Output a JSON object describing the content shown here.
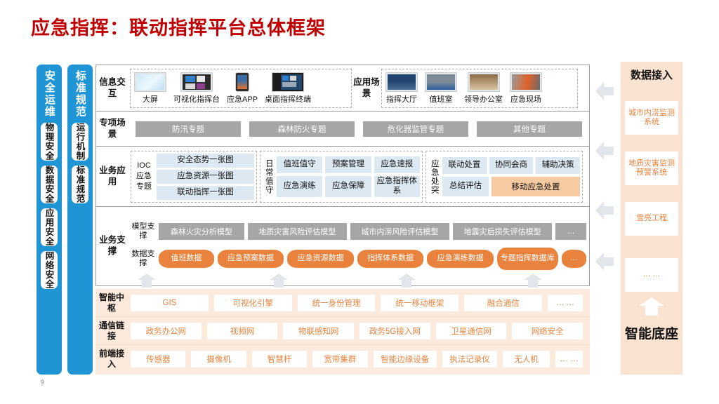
{
  "title": "应急指挥：联动指挥平台总体框架",
  "page_number": "9",
  "colors": {
    "title": "#C00000",
    "blue_column": "#2095D5",
    "gray_box": "#A6A6A6",
    "light_blue_box": "#DCE9F3",
    "orange": "#E8823C",
    "orange_light": "#F6CBA4",
    "panel_bg": "#FBE3D2"
  },
  "left_columns": [
    {
      "title": "安全运维",
      "items": [
        "物理安全",
        "数据安全",
        "应用安全",
        "网络安全"
      ]
    },
    {
      "title": "标准规范",
      "items": [
        "运行机制",
        "标准规范"
      ]
    }
  ],
  "rows": {
    "interaction": {
      "label": "信息交互",
      "devices": [
        {
          "label": "大屏",
          "icon": "large-screen-icon"
        },
        {
          "label": "可视化指挥台",
          "icon": "desktop-monitor-icon"
        },
        {
          "label": "应急APP",
          "icon": "smartphone-icon"
        },
        {
          "label": "桌面指挥终端",
          "icon": "desk-terminal-icon"
        }
      ],
      "scene_label": "应用场景",
      "scenes": [
        {
          "label": "指挥大厅",
          "icon": "command-hall-icon"
        },
        {
          "label": "值班室",
          "icon": "duty-room-icon"
        },
        {
          "label": "领导办公室",
          "icon": "office-icon"
        },
        {
          "label": "应急现场",
          "icon": "emergency-site-icon"
        }
      ]
    },
    "special_scene": {
      "label": "专项场景",
      "items": [
        "防汛专题",
        "森林防火专题",
        "危化器监管专题",
        "其他专题"
      ]
    },
    "business_app": {
      "label": "业务应用",
      "groups": [
        {
          "side_label": "IOC\n应急\n专题",
          "side_label_text": "IOC 应急 专题",
          "side_lines": [
            "IOC",
            "应急",
            "专题"
          ],
          "items": [
            "安全态势一张图",
            "应急资源一张图",
            "联动指挥一张图"
          ]
        },
        {
          "side_label_vertical": "日常值守",
          "row1": [
            "值班值守",
            "预案管理",
            "应急速报"
          ],
          "row2": [
            "应急演练",
            "应急保障",
            "应急指挥体系"
          ]
        },
        {
          "side_label_vertical": "应急处突",
          "row1": [
            "联动处置",
            "协同会商",
            "辅助决策"
          ],
          "row2": [
            "总结评估"
          ],
          "highlight": "移动应急处置"
        }
      ]
    },
    "business_support": {
      "label": "业务支撑",
      "model_label": "模型支撑",
      "models": [
        "森林火灾分析模型",
        "地质灾害风险评估模型",
        "城市内涝风险评估模型",
        "地震灾后损失评估模型",
        "…"
      ],
      "data_label": "数据支撑",
      "data": [
        "值班数据",
        "应急预案数据",
        "应急资源数据",
        "指挥体系数据",
        "应急演练数据",
        "专题指挥数据库",
        "…"
      ]
    }
  },
  "bottom_rows": [
    {
      "label": "智能中枢",
      "items": [
        "GIS",
        "可视化引擎",
        "统一身份管理",
        "统一移动框架",
        "融合通信",
        "… …"
      ]
    },
    {
      "label": "通信链接",
      "items": [
        "政务办公网",
        "视频网",
        "物联感知网",
        "政务5G接入网",
        "卫星通信网",
        "网络安全"
      ]
    },
    {
      "label": "前端接入",
      "items": [
        "传感器",
        "摄像机",
        "智慧杆",
        "宽带集群",
        "智能边缘设备",
        "执法记录仪",
        "无人机",
        "… …"
      ]
    }
  ],
  "right_panel": {
    "title": "数据接入",
    "items": [
      "城市内涝监测系统",
      "地质灾害监测预警系统",
      "雪亮工程",
      "… …"
    ],
    "footer": "智能底座"
  }
}
